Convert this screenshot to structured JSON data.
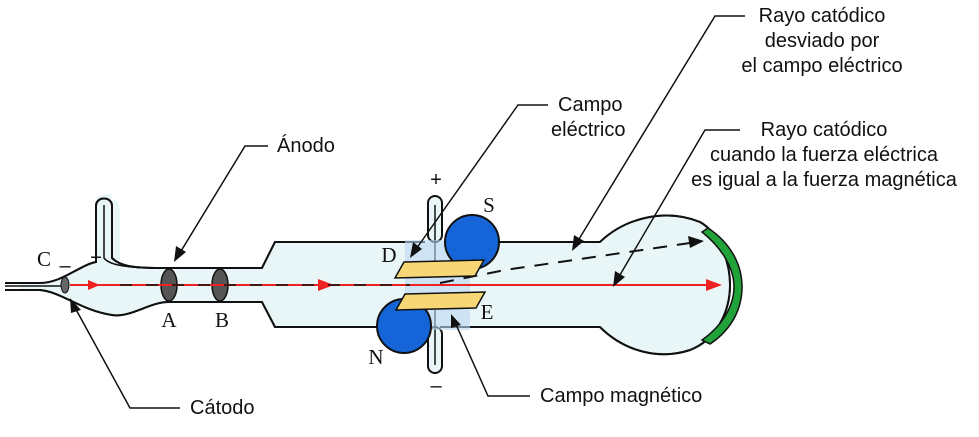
{
  "labels": {
    "anodo": "Ánodo",
    "catodo": "Cátodo",
    "campo_electrico_1": "Campo",
    "campo_electrico_2": "eléctrico",
    "campo_magnetico": "Campo magnético",
    "rayo_desviado_1": "Rayo catódico",
    "rayo_desviado_2": "desviado por",
    "rayo_desviado_3": "el campo eléctrico",
    "rayo_recto_1": "Rayo catódico",
    "rayo_recto_2": "cuando la fuerza eléctrica",
    "rayo_recto_3": "es igual a la fuerza magnética"
  },
  "letters": {
    "C": "C",
    "A": "A",
    "B": "B",
    "D": "D",
    "E": "E",
    "S": "S",
    "N": "N"
  },
  "signs": {
    "cathode_minus": "–",
    "anode_plus": "+",
    "top_plus": "+",
    "bottom_minus": "–"
  },
  "colors": {
    "tube_fill": "#e9f6f7",
    "tube_stroke": "#111111",
    "beam": "#ee2222",
    "magnet": "#1565d8",
    "plate": "#f6d675",
    "field_glow": "#bcd8f2",
    "screen": "#22a33a"
  }
}
